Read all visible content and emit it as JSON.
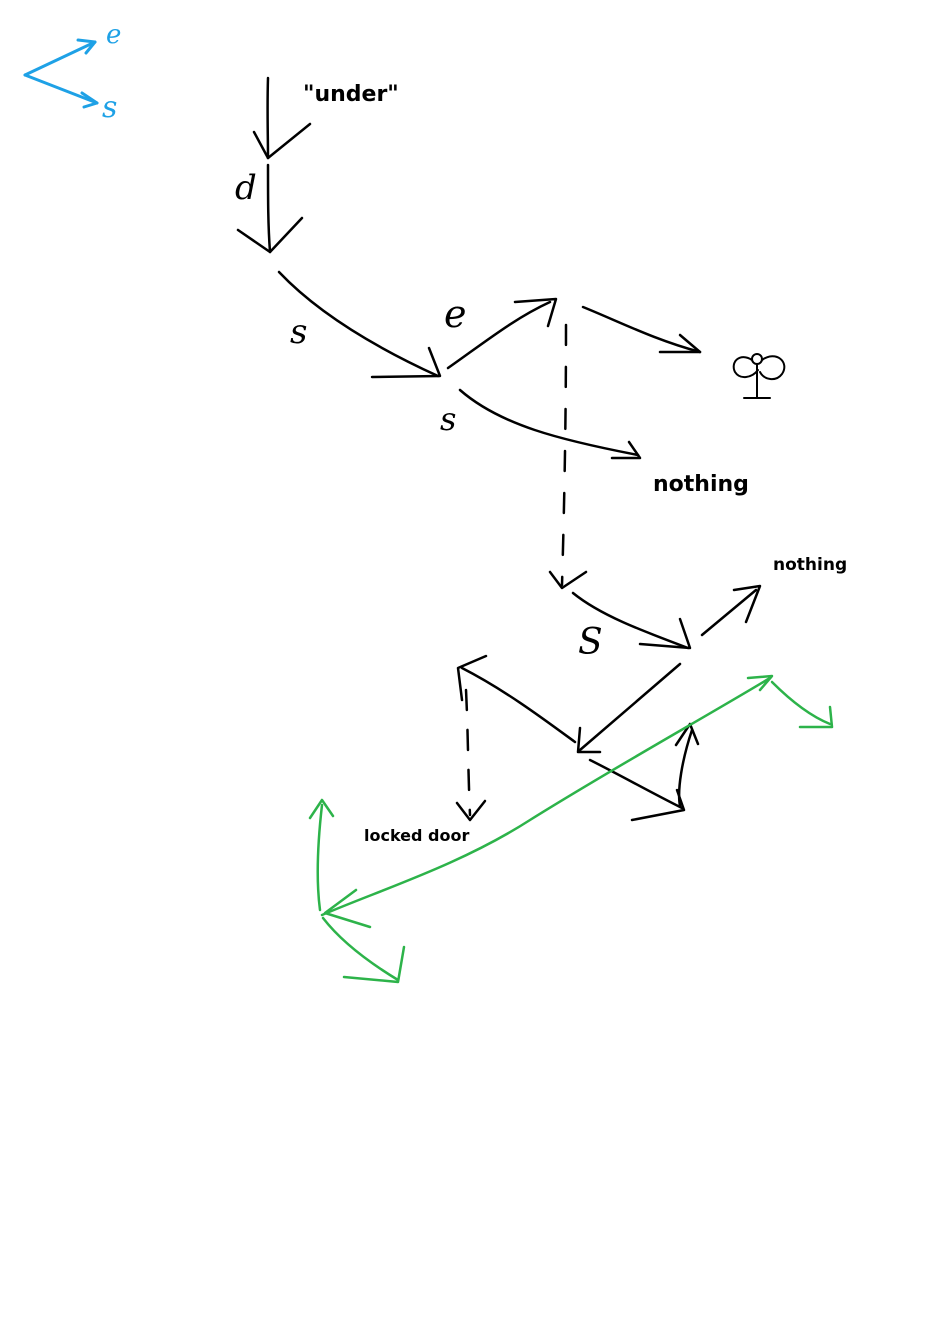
{
  "colors": {
    "ink": "#000000",
    "legend": "#1ea1e6",
    "green": "#2db34a",
    "background": "#ffffff"
  },
  "legend": {
    "east": "e",
    "south": "s"
  },
  "labels": {
    "under": "\"under\"",
    "d": "d",
    "s1": "s",
    "e1": "e",
    "s2": "s",
    "nothing1": "nothing",
    "nothing2": "nothing",
    "s3": "S",
    "locked_door": "locked door"
  },
  "icons": {
    "creature": "bug-sketch-icon"
  }
}
